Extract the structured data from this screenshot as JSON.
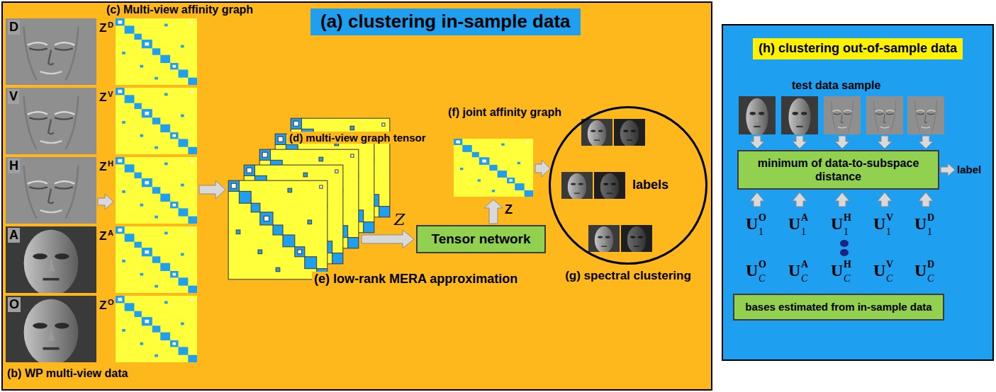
{
  "diagram": {
    "nodes": [
      {
        "text": [
          "(a) clustering in-sample data"
        ]
      },
      {
        "text": [
          "Tensor network"
        ],
        "in": 0
      },
      {
        "text": [
          "labels",
          "(g) spectral clustering"
        ],
        "in": 0
      },
      {
        "text": [
          "(h) clustering out-of-sample data"
        ]
      },
      {
        "text": [
          "minimum of data-to-subspace distance"
        ],
        "in": 3
      },
      {
        "text": [
          "bases estimated from in-sample data"
        ],
        "in": 3
      }
    ],
    "labels": [
      "(c) Multi-view affinity graph",
      "D",
      "V",
      "H",
      "A",
      "O",
      "Z",
      "D",
      "Z",
      "V",
      "Z",
      "H",
      "Z",
      "A",
      "Z",
      "O",
      "(b) WP multi-view data",
      "(d) multi-view graph tensor",
      "Z",
      "(e) low-rank MERA approximation",
      "(f) joint affinity graph",
      "Z",
      "test data sample",
      "label",
      "U",
      "O",
      "1",
      "U",
      "A",
      "1",
      "U",
      "H",
      "1",
      "U",
      "V",
      "1",
      "U",
      "D",
      "1",
      "U",
      "O",
      "C",
      "U",
      "A",
      "C",
      "U",
      "H",
      "C",
      "U",
      "V",
      "C",
      "U",
      "D",
      "C"
    ]
  }
}
